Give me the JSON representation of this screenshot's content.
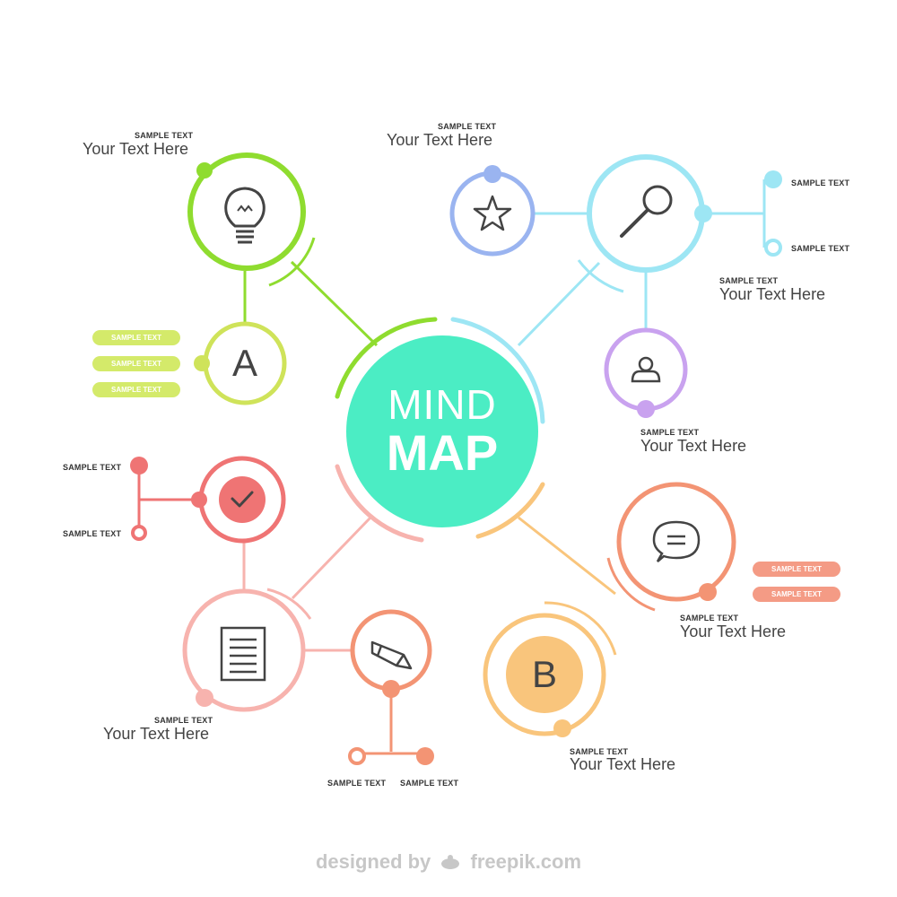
{
  "center": {
    "line1": "MIND",
    "line2": "MAP"
  },
  "labels": {
    "tl_small": "SAMPLE TEXT",
    "tl_big": "Your Text Here",
    "tm_small": "SAMPLE TEXT",
    "tm_big": "Your Text Here",
    "tr_small1": "SAMPLE TEXT",
    "tr_small2": "SAMPLE TEXT",
    "r_small": "SAMPLE TEXT",
    "r_big": "Your Text Here",
    "rm_small": "SAMPLE TEXT",
    "rm_big": "Your Text Here",
    "br_small": "SAMPLE TEXT",
    "br_big": "Your Text Here",
    "b_small": "SAMPLE TEXT",
    "b_big": "Your Text Here",
    "bl_small": "SAMPLE TEXT",
    "bl_big": "Your Text Here",
    "l_small1": "SAMPLE TEXT",
    "l_small2": "SAMPLE TEXT",
    "pen_small1": "SAMPLE TEXT",
    "pen_small2": "SAMPLE TEXT"
  },
  "pills": {
    "green": [
      "SAMPLE TEXT",
      "SAMPLE TEXT",
      "SAMPLE TEXT"
    ],
    "salmon": [
      "SAMPLE TEXT",
      "SAMPLE TEXT"
    ]
  },
  "letters": {
    "a": "A",
    "b": "B"
  },
  "icons": [
    "lightbulb-icon",
    "star-icon",
    "search-icon",
    "user-icon",
    "checkmark-icon",
    "document-icon",
    "pencil-icon",
    "chat-icon"
  ],
  "colors": {
    "center": "#4bedc4",
    "green": "#8fdc2f",
    "lime": "#cfe35a",
    "blue": "#9ab4f0",
    "cyan": "#9de6f4",
    "purple": "#c9a2ef",
    "red": "#ef7474",
    "pink": "#f7b3ae",
    "coral": "#f39474",
    "orange": "#f9c57c"
  },
  "watermark": {
    "text1": "designed by",
    "text2": "freepik.com"
  }
}
